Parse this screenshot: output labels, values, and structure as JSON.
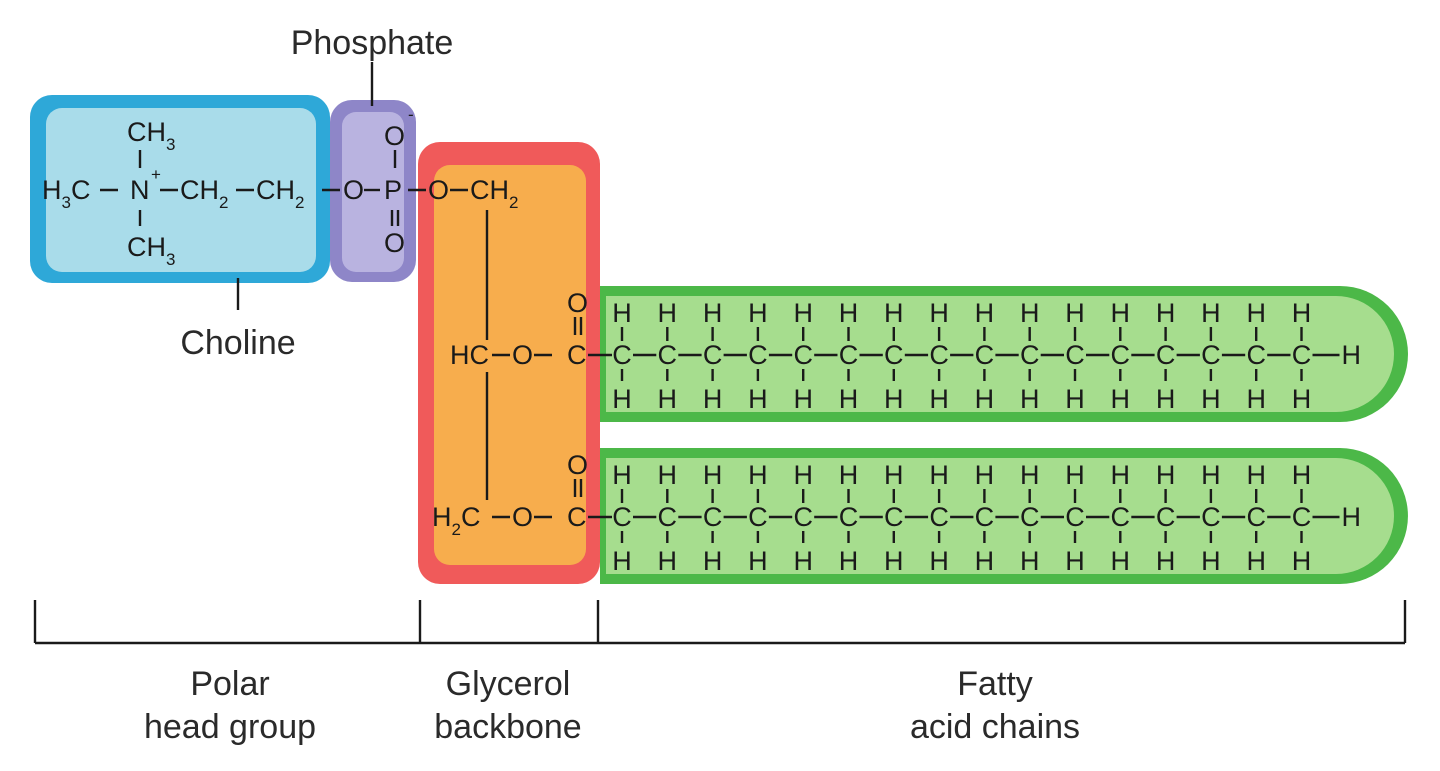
{
  "labels": {
    "phosphate": "Phosphate",
    "choline": "Choline"
  },
  "choline": {
    "methyl_top": "CH",
    "methyl_top_sub": "3",
    "methyl_bottom": "CH",
    "methyl_bottom_sub": "3",
    "left_h": "H",
    "left_h_sub": "3",
    "left_c": "C",
    "nitrogen": "N",
    "charge": "+",
    "ch2_a": "CH",
    "ch2_a_sub": "2",
    "ch2_b": "CH",
    "ch2_b_sub": "2"
  },
  "phosphate_group": {
    "o_left": "O",
    "p": "P",
    "o_top": "O",
    "o_bottom": "O",
    "charge": "-",
    "o_right": "O"
  },
  "glycerol": {
    "ch2_top": "CH",
    "ch2_top_sub": "2",
    "hc_mid": "HC",
    "o_mid": "O",
    "h2c_bottom_h": "H",
    "h2c_bottom_sub": "2",
    "h2c_bottom_c": "C",
    "o_bottom": "O"
  },
  "fatty_acid": {
    "carbonyl_o": "O",
    "carbonyl_c": "C",
    "carbon": "C",
    "hydrogen": "H",
    "carbon_count": 16,
    "terminal_h": "H"
  },
  "group_labels": {
    "polar_line1": "Polar",
    "polar_line2": "head group",
    "glycerol_line1": "Glycerol",
    "glycerol_line2": "backbone",
    "fatty_line1": "Fatty",
    "fatty_line2": "acid chains"
  },
  "colors": {
    "choline_outer": "#2ea8d8",
    "choline_inner": "#a9dcea",
    "phosphate_outer": "#8e86c8",
    "phosphate_inner": "#b9b3e0",
    "glycerol_outer": "#f05a5a",
    "glycerol_inner": "#f7ad4d",
    "fatty_outer": "#4cb848",
    "fatty_inner": "#a6dd8e"
  }
}
